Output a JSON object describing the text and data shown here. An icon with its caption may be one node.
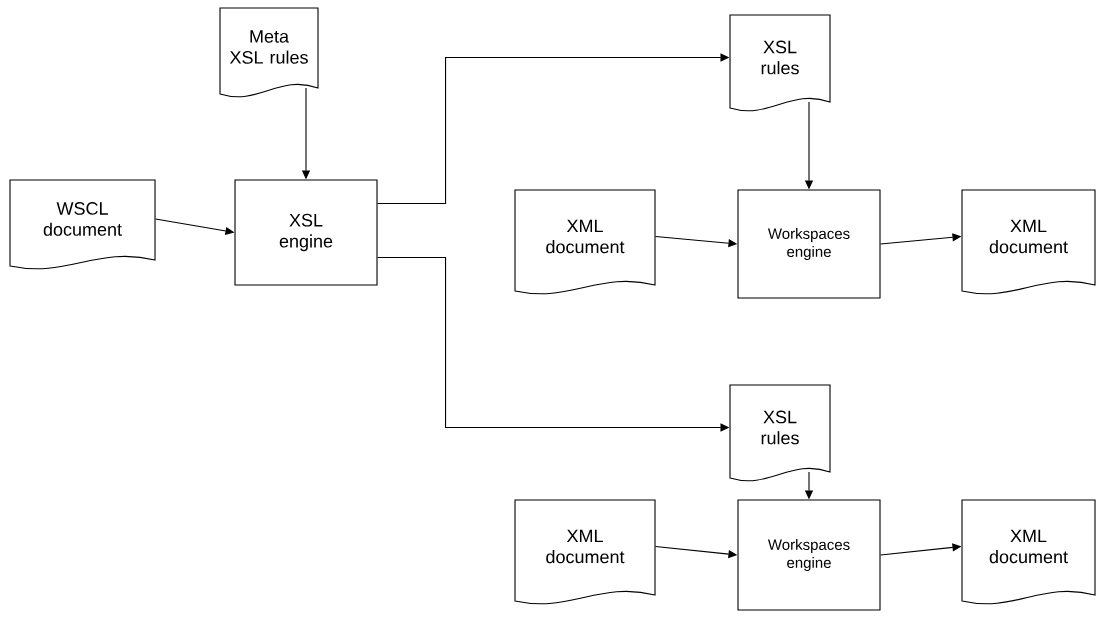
{
  "diagram": {
    "nodes": [
      {
        "text": [
          "Meta XSL rules"
        ]
      },
      {
        "text": [
          "WSCL document"
        ]
      },
      {
        "text": [
          "XSL engine"
        ]
      },
      {
        "text": [
          "XSL rules"
        ]
      },
      {
        "text": [
          "XML document"
        ]
      },
      {
        "text": [
          "Workspaces engine"
        ]
      },
      {
        "text": [
          "XML document"
        ]
      },
      {
        "text": [
          "XSL rules"
        ]
      },
      {
        "text": [
          "XML document"
        ]
      },
      {
        "text": [
          "Workspaces engine"
        ]
      },
      {
        "text": [
          "XML document"
        ]
      }
    ],
    "edges": [
      {
        "from": 0,
        "to": 2,
        "arrow": "to"
      },
      {
        "from": 1,
        "to": 2,
        "arrow": "to"
      },
      {
        "from": 2,
        "to": 3,
        "arrow": "to"
      },
      {
        "from": 3,
        "to": 5,
        "arrow": "to"
      },
      {
        "from": 4,
        "to": 5,
        "arrow": "to"
      },
      {
        "from": 5,
        "to": 6,
        "arrow": "to"
      },
      {
        "from": 2,
        "to": 7,
        "arrow": "to"
      },
      {
        "from": 7,
        "to": 9,
        "arrow": "to"
      },
      {
        "from": 8,
        "to": 9,
        "arrow": "to"
      },
      {
        "from": 9,
        "to": 10,
        "arrow": "to"
      }
    ]
  }
}
